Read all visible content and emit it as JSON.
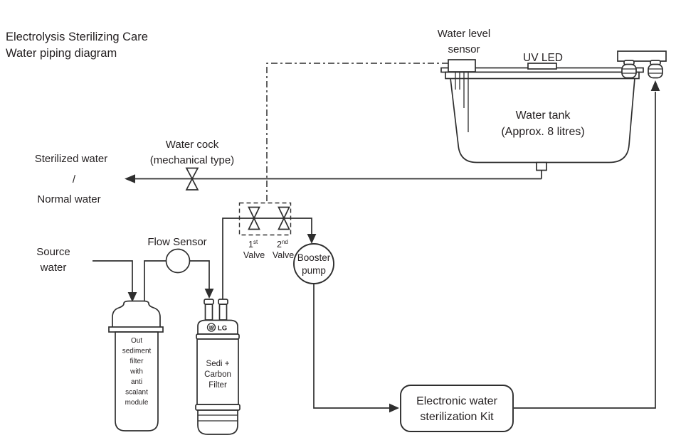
{
  "colors": {
    "line": "#2e2e2e",
    "text": "#231f20",
    "background": "#ffffff"
  },
  "title": {
    "line1": "Electrolysis Sterilizing Care",
    "line2": "Water piping diagram"
  },
  "tank": {
    "name_line1": "Water tank",
    "name_line2": "(Approx. 8 litres)",
    "sensor_line1": "Water level",
    "sensor_line2": "sensor",
    "uv_led": "UV LED"
  },
  "outlet": {
    "cock_line1": "Water cock",
    "cock_line2": "(mechanical type)",
    "water_line1": "Sterilized water",
    "water_line2": "/",
    "water_line3": "Normal water"
  },
  "inlet": {
    "source_line1": "Source",
    "source_line2": "water",
    "flow_sensor": "Flow Sensor"
  },
  "valves": {
    "v1_num": "1",
    "v1_sup": "st",
    "v1_word": "Valve",
    "v2_num": "2",
    "v2_sup": "nd",
    "v2_word": "Valve"
  },
  "pump": {
    "line1": "Booster",
    "line2": "pump"
  },
  "filters": {
    "sediment": {
      "line1": "Out",
      "line2": "sediment",
      "line3": "filter",
      "line4": "with",
      "line5": "anti",
      "line6": "scalant",
      "line7": "module"
    },
    "carbon": {
      "logo": "LG",
      "line1": "Sedi +",
      "line2": "Carbon",
      "line3": "Filter"
    }
  },
  "kit": {
    "line1": "Electronic water",
    "line2": "sterilization Kit"
  }
}
